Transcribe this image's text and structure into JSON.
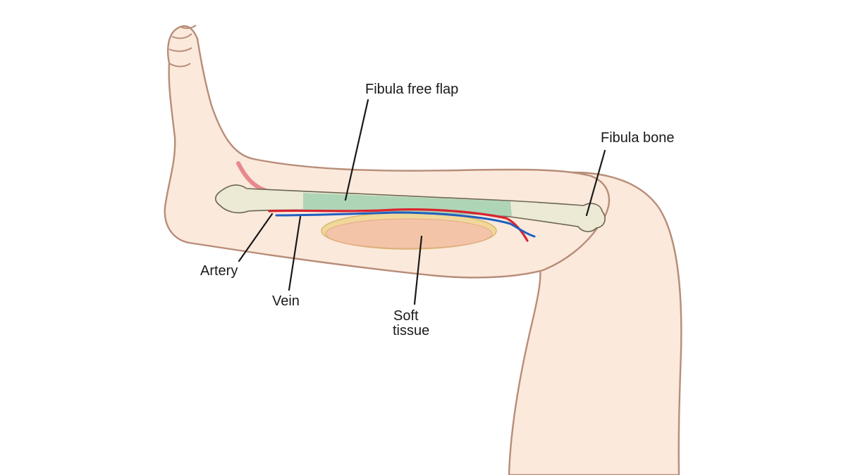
{
  "labels": {
    "fibula_free_flap": "Fibula free flap",
    "fibula_bone": "Fibula bone",
    "artery": "Artery",
    "vein": "Vein",
    "soft_tissue_line1": "Soft",
    "soft_tissue_line2": "tissue"
  },
  "colors": {
    "skin": "#fbe9dc",
    "skin_outline": "#b88d78",
    "bone": "#ece9d4",
    "flap_highlight": "#a9d3b4",
    "artery": "#d9232e",
    "vein": "#1f5fbf",
    "soft_tissue": "#f4c4a8",
    "soft_tissue_fat": "#f0d79a"
  }
}
